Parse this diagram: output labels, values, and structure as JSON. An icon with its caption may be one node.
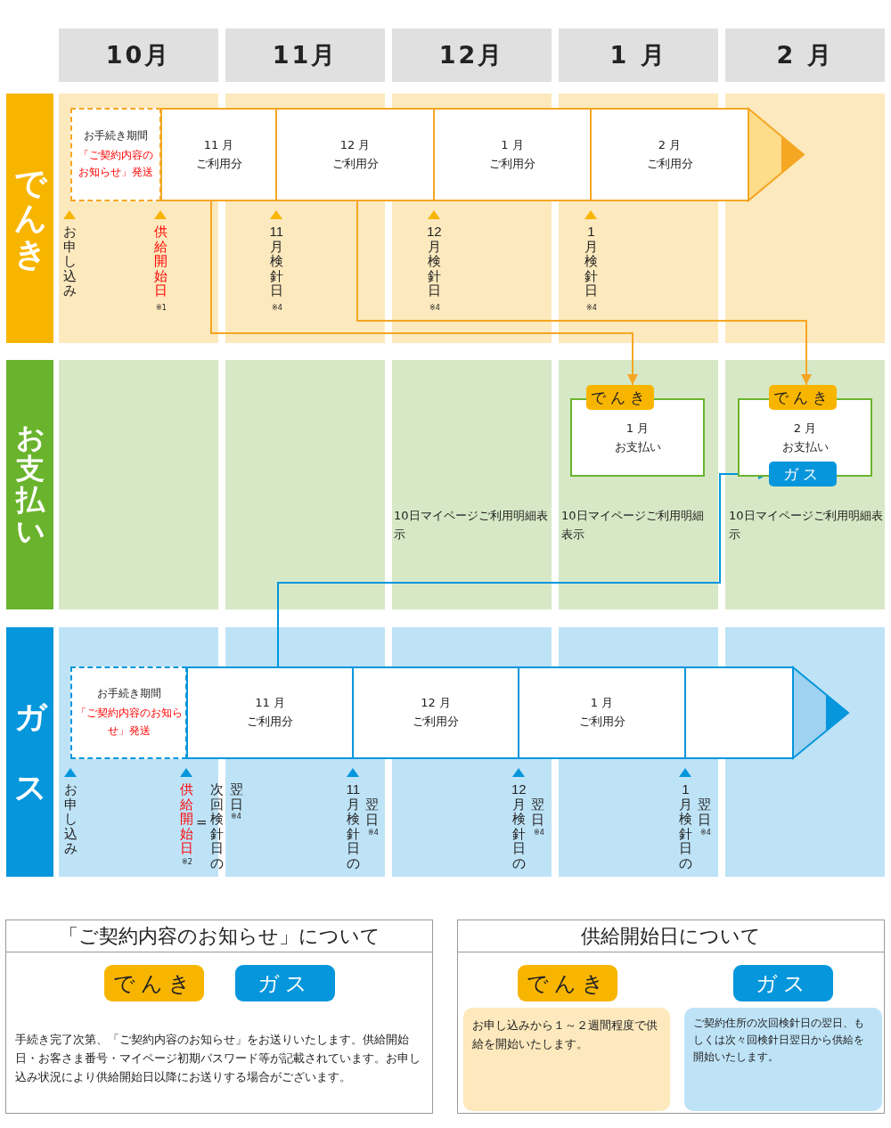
{
  "diagram": {
    "nodes": [
      {
        "text": [
          "10月"
        ]
      },
      {
        "text": [
          "11月"
        ]
      },
      {
        "text": [
          "12月"
        ]
      },
      {
        "text": [
          "1 月"
        ]
      },
      {
        "text": [
          "2 月"
        ]
      },
      {
        "text": [
          "でんき"
        ]
      },
      {
        "text": [
          "お支払い"
        ]
      },
      {
        "text": [
          "ガス"
        ]
      },
      {
        "text": [
          "お手続き期間",
          "「ご契約内容のお知らせ」発送"
        ]
      },
      {
        "text": [
          "11 月",
          "ご利用分"
        ]
      },
      {
        "text": [
          "12 月",
          "ご利用分"
        ]
      },
      {
        "text": [
          "1 月",
          "ご利用分"
        ]
      },
      {
        "text": [
          "2 月",
          "ご利用分"
        ]
      },
      {
        "text": [
          "でんき"
        ]
      },
      {
        "text": [
          "1 月",
          "お支払い"
        ]
      },
      {
        "text": [
          "でんき"
        ]
      },
      {
        "text": [
          "2 月",
          "お支払い"
        ]
      },
      {
        "text": [
          "ガス"
        ]
      },
      {
        "text": [
          "お手続き期間",
          "「ご契約内容のお知らせ」発送"
        ]
      },
      {
        "text": [
          "11 月",
          "ご利用分"
        ]
      },
      {
        "text": [
          "12 月",
          "ご利用分"
        ]
      },
      {
        "text": [
          "1 月",
          "ご利用分"
        ]
      },
      {
        "text": [],
        "shape": "box"
      },
      {
        "text": [
          "「ご契約内容のお知らせ」について",
          "手続き完了次第、「ご契約内容のお知らせ」をお送りいたします。供給開始日・お客さま番号・マイページ初期パスワード等が記載されています。お申し込み状況により供給開始日以降にお送りする場合がございます。"
        ]
      },
      {
        "text": [
          "でんき"
        ],
        "in": 23
      },
      {
        "text": [
          "ガス"
        ],
        "in": 23
      },
      {
        "text": [
          "供給開始日について"
        ]
      },
      {
        "text": [
          "でんき"
        ],
        "in": 26
      },
      {
        "text": [
          "ガス"
        ],
        "in": 26
      },
      {
        "text": [
          "お申し込みから１～２週間程度で供給を開始いたします。"
        ],
        "in": 26
      },
      {
        "text": [
          "ご契約住所の次回検針日の翌日、もしくは次々回検針日翌日から供給を開始いたします。"
        ],
        "in": 26
      }
    ],
    "edges": [
      {
        "from": 9,
        "to": 13,
        "arrow": "to"
      },
      {
        "from": 10,
        "to": 15,
        "arrow": "to"
      },
      {
        "from": 19,
        "to": 17,
        "arrow": "to",
        "color": "#0096dc"
      }
    ],
    "labels": [
      "お申し込み",
      "供給開始日",
      "※1",
      "11月検針日",
      "※4",
      "12月検針日",
      "※4",
      "1月検針日",
      "※4",
      "10日マイページご利用明細表示",
      "10日マイページご利用明細表示",
      "10日マイページご利用明細表示",
      "お申し込み",
      "供給開始日",
      "※2",
      "=",
      "次回検針日の",
      "翌日",
      "※4",
      "11月検針日の",
      "翌日",
      "※4",
      "12月検針日の",
      "翌日",
      "※4",
      "1月検針日の",
      "翌日",
      "※4"
    ]
  }
}
